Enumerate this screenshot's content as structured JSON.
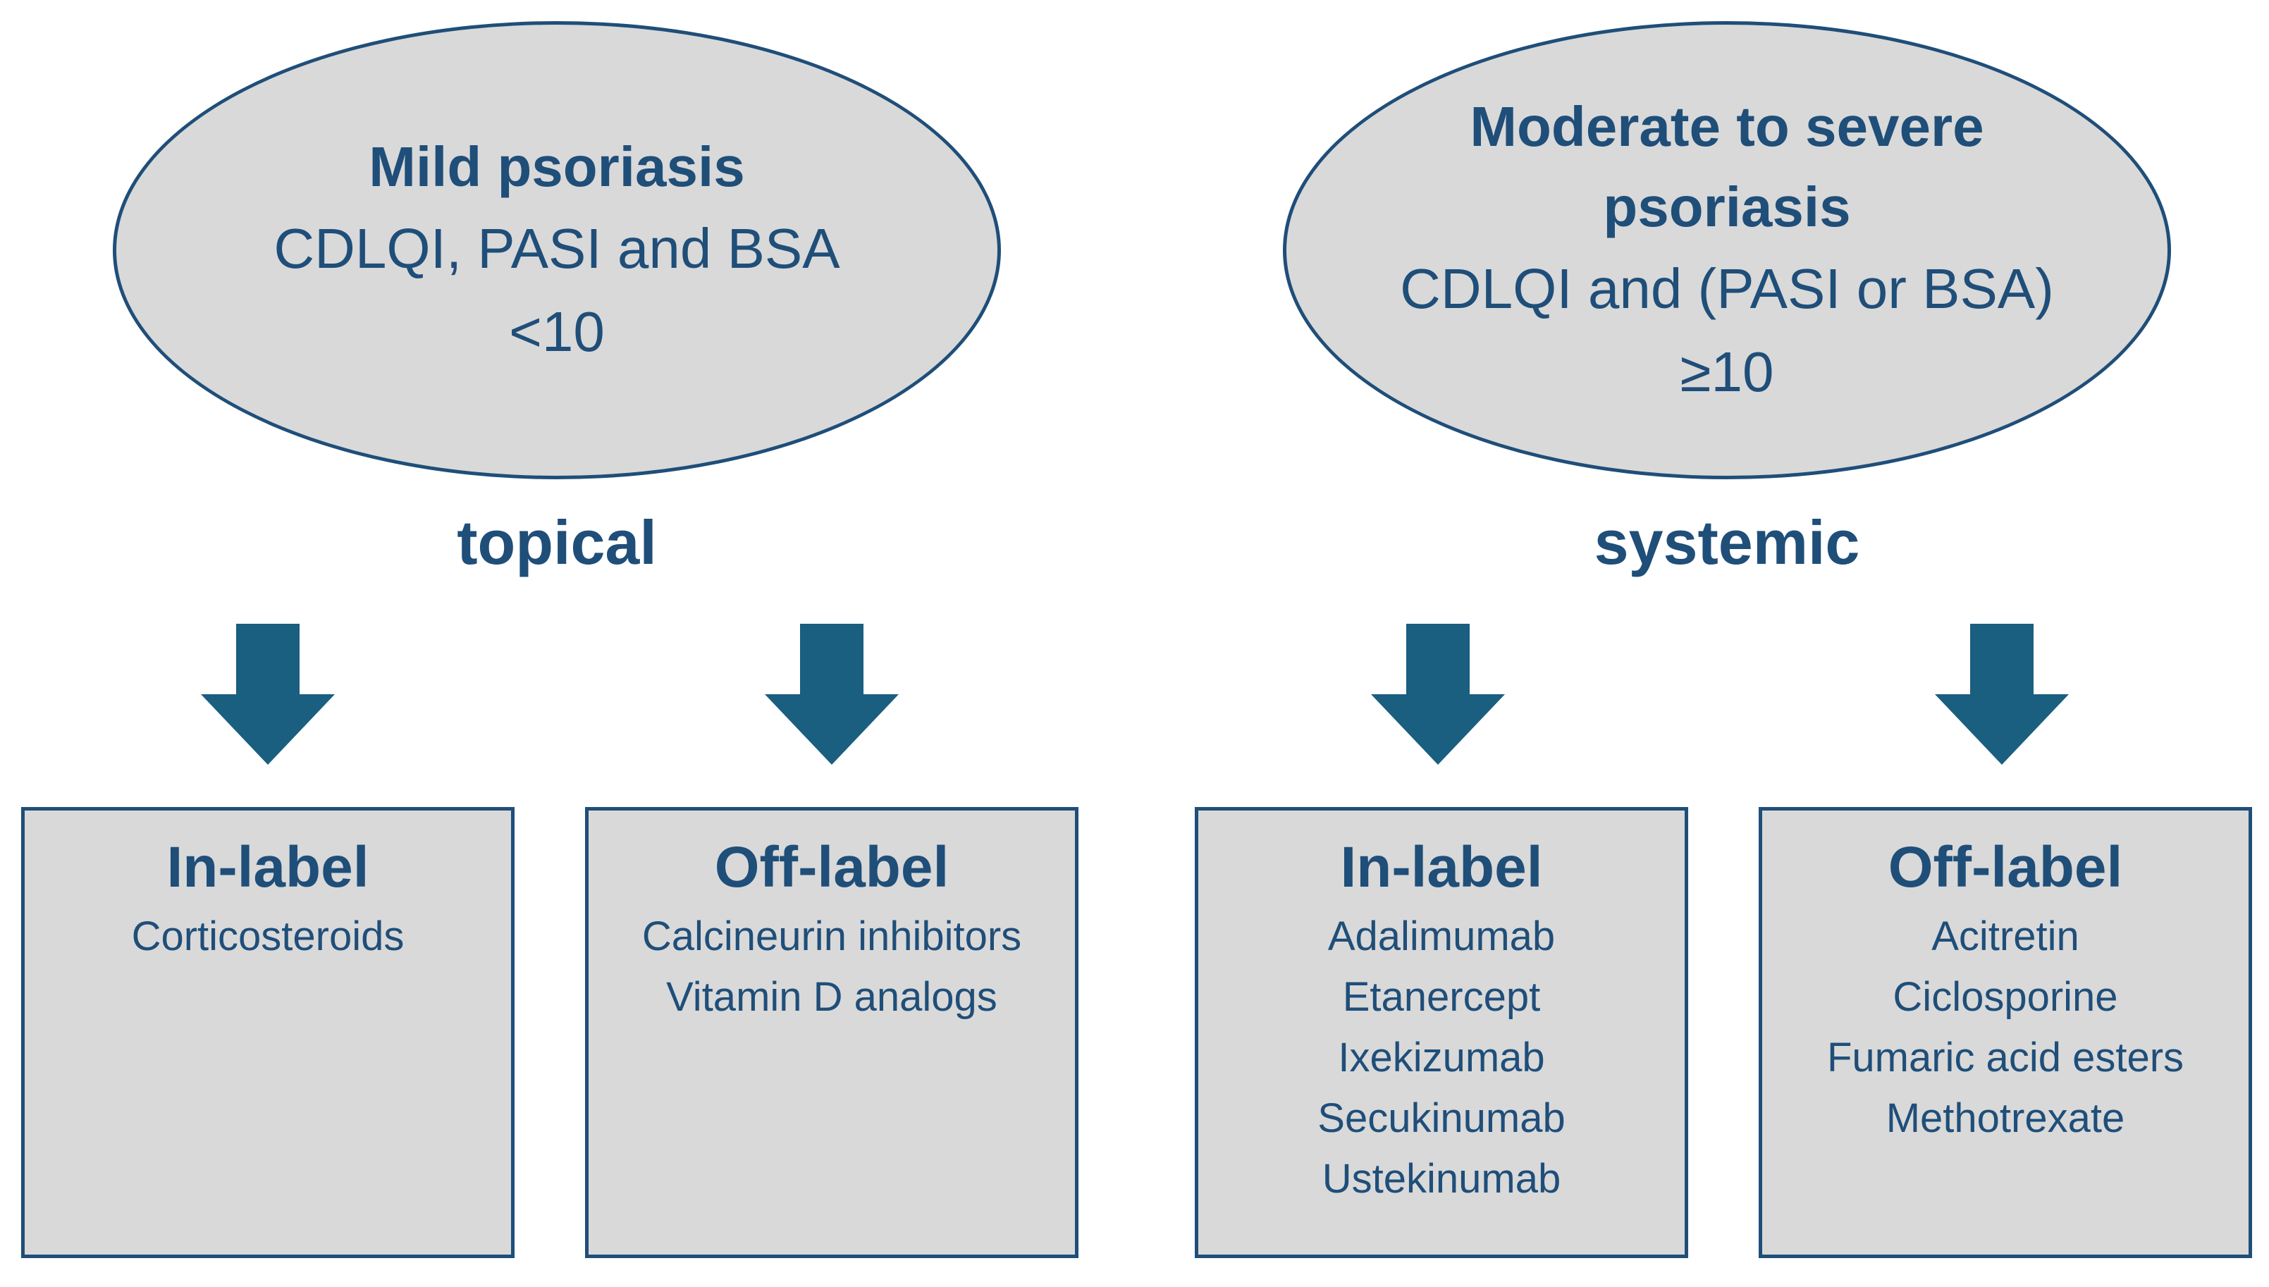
{
  "groups": {
    "mild": {
      "title": "Mild psoriasis",
      "criteria_line1": "CDLQI, PASI and BSA",
      "criteria_line2": "<10",
      "route": "topical",
      "in_label": {
        "heading": "In-label",
        "items": [
          "Corticosteroids"
        ]
      },
      "off_label": {
        "heading": "Off-label",
        "items": [
          "Calcineurin inhibitors",
          "Vitamin D analogs"
        ]
      }
    },
    "severe": {
      "title_line1": "Moderate to severe",
      "title_line2": "psoriasis",
      "criteria_line1": "CDLQI and (PASI or BSA)",
      "criteria_line2": "≥10",
      "route": "systemic",
      "in_label": {
        "heading": "In-label",
        "items": [
          "Adalimumab",
          "Etanercept",
          "Ixekizumab",
          "Secukinumab",
          "Ustekinumab"
        ]
      },
      "off_label": {
        "heading": "Off-label",
        "items": [
          "Acitretin",
          "Ciclosporine",
          "Fumaric acid esters",
          "Methotrexate"
        ]
      }
    }
  },
  "colors": {
    "text": "#1f4e79",
    "arrow": "#1a5e80",
    "fill": "#d9d9d9",
    "border": "#1f4e79"
  }
}
